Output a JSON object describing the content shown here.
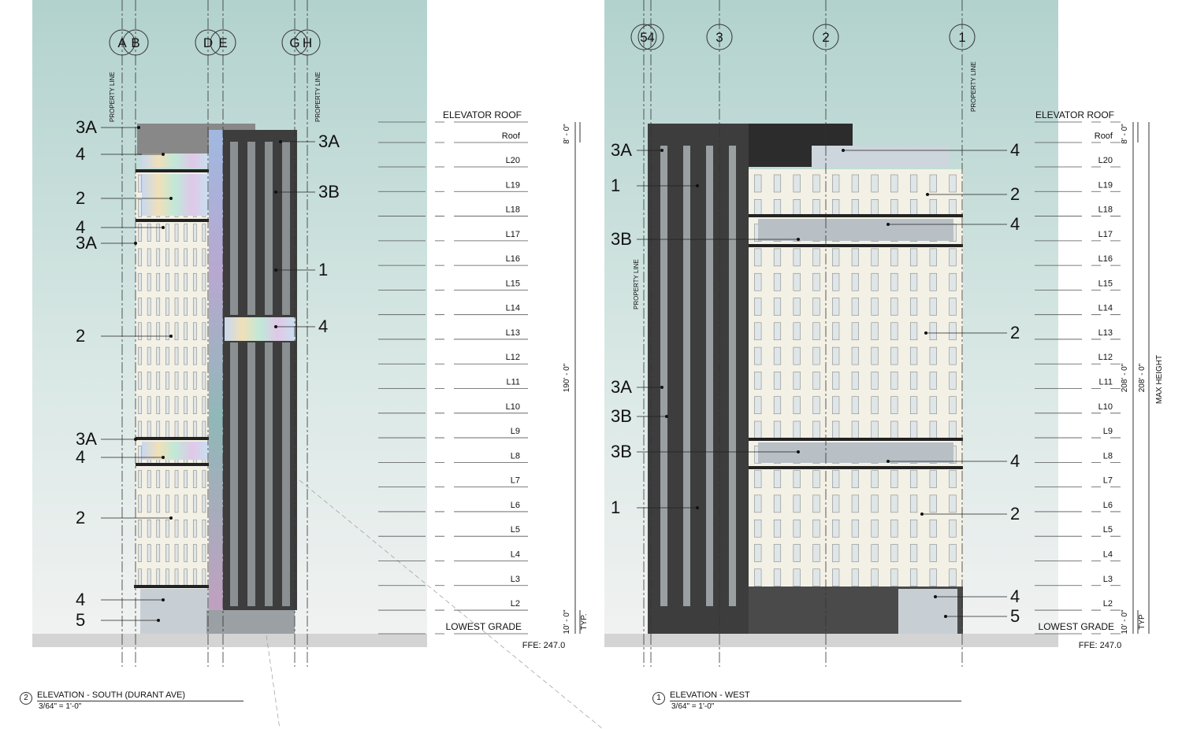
{
  "south": {
    "title": "ELEVATION - SOUTH (DURANT AVE)",
    "number": "2",
    "scale": "3/64\" = 1'-0\"",
    "grid_labels": [
      "A",
      "B",
      "D",
      "E",
      "G",
      "H"
    ],
    "property_line": "PROPERTY LINE",
    "callouts_left": [
      "3A",
      "4",
      "2",
      "4",
      "3A",
      "2",
      "3A",
      "4",
      "2",
      "4",
      "5"
    ],
    "callouts_right": [
      "3A",
      "3B",
      "1",
      "4"
    ],
    "dims": {
      "top": "8' - 0\"",
      "overall": "190' - 0\"",
      "bottom": "10' - 0\"",
      "typ": "TYP."
    },
    "ffe": "FFE: 247.0"
  },
  "west": {
    "title": "ELEVATION - WEST",
    "number": "1",
    "scale": "3/64\" = 1'-0\"",
    "grid_labels": [
      "5",
      "4",
      "3",
      "2",
      "1"
    ],
    "property_line": "PROPERTY LINE",
    "callouts_left": [
      "3A",
      "1",
      "3B",
      "3A",
      "3B",
      "3B",
      "1"
    ],
    "callouts_right": [
      "4",
      "2",
      "4",
      "2",
      "4",
      "2",
      "4",
      "5"
    ],
    "dims": {
      "top": "8' - 0\"",
      "overall": "208' - 0\"",
      "max": "MAX HEIGHT",
      "bottom": "10' - 0\"",
      "typ": "TYP"
    },
    "ffe": "FFE: 247.0"
  },
  "levels": [
    "ELEVATOR ROOF",
    "Roof",
    "L20",
    "L19",
    "L18",
    "L17",
    "L16",
    "L15",
    "L14",
    "L13",
    "L12",
    "L11",
    "L10",
    "L9",
    "L8",
    "L7",
    "L6",
    "L5",
    "L4",
    "L3",
    "L2",
    "LOWEST GRADE"
  ],
  "colors": {
    "sky": "#b3d3cf",
    "dark": "#3d3d3d",
    "light": "#f3f1e6",
    "ground": "#d4d4d4"
  }
}
